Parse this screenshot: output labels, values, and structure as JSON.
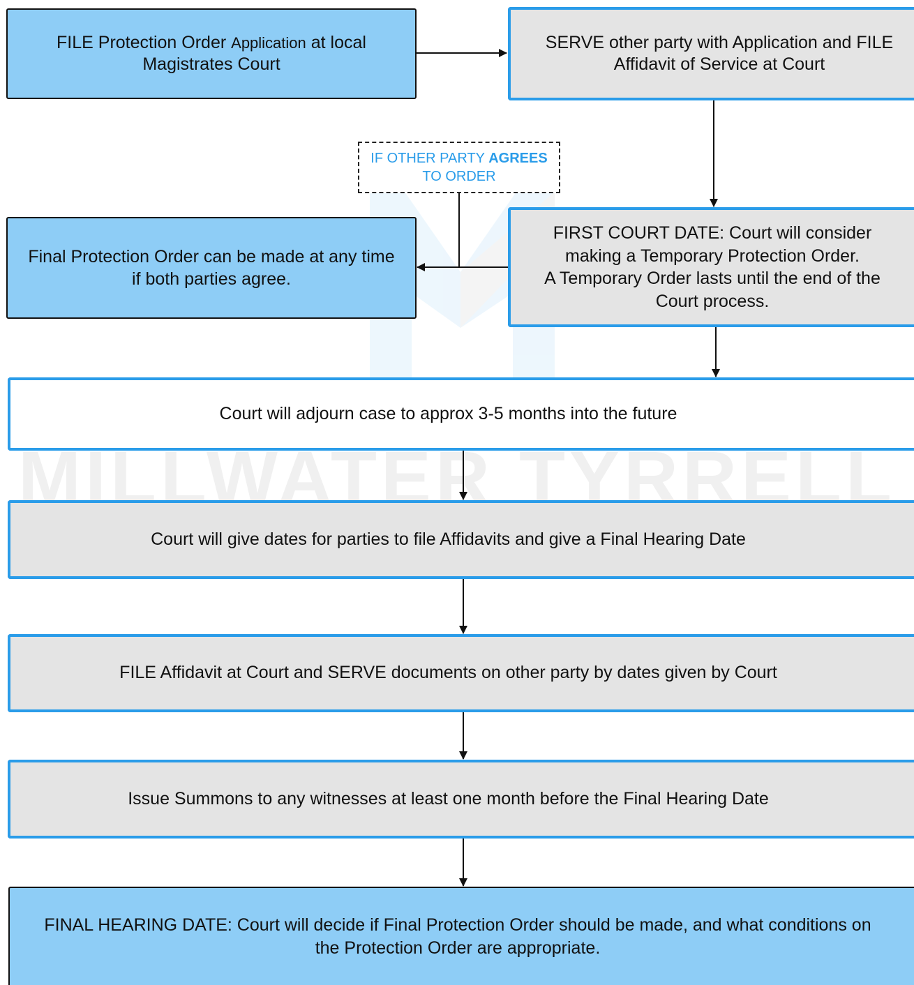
{
  "watermark": {
    "text": "MILLWATER TYRRELL"
  },
  "steps": {
    "file_application": {
      "part1": "FILE Protection Order",
      "part2": "Application",
      "part3": "at local",
      "line2": "Magistrates Court"
    },
    "serve_other_party": {
      "line1": "SERVE other party with Application and FILE",
      "line2": "Affidavit of Service at Court"
    },
    "condition_label": {
      "line1_prefix": "IF OTHER PARTY ",
      "line1_bold": "AGREES",
      "line2": "TO ORDER"
    },
    "final_order_by_agreement": {
      "line1": "Final Protection Order can be made at any time",
      "line2": "if both parties agree."
    },
    "first_court_date": {
      "line1": "FIRST COURT DATE: Court will consider",
      "line2": "making a Temporary Protection Order.",
      "line3": "A Temporary Order lasts until the end of the",
      "line4": "Court process."
    },
    "adjourn": {
      "line1": "Court will adjourn case to approx 3-5 months into the future"
    },
    "give_dates": {
      "line1": "Court will give dates for parties to file Affidavits and give a Final Hearing Date"
    },
    "file_affidavit": {
      "line1": "FILE Affidavit at Court and SERVE documents on other party by dates given by Court"
    },
    "issue_summons": {
      "line1": "Issue Summons to any witnesses at least one month before the Final Hearing Date"
    },
    "final_hearing": {
      "line1": "FINAL HEARING DATE: Court will decide if Final Protection Order should be made, and what conditions on",
      "line2": "the Protection Order are appropriate."
    }
  },
  "colors": {
    "accent_blue": "#2a9ce9",
    "box_light_blue": "#8ecdf6",
    "box_gray": "#e4e4e4",
    "line": "#111111"
  }
}
